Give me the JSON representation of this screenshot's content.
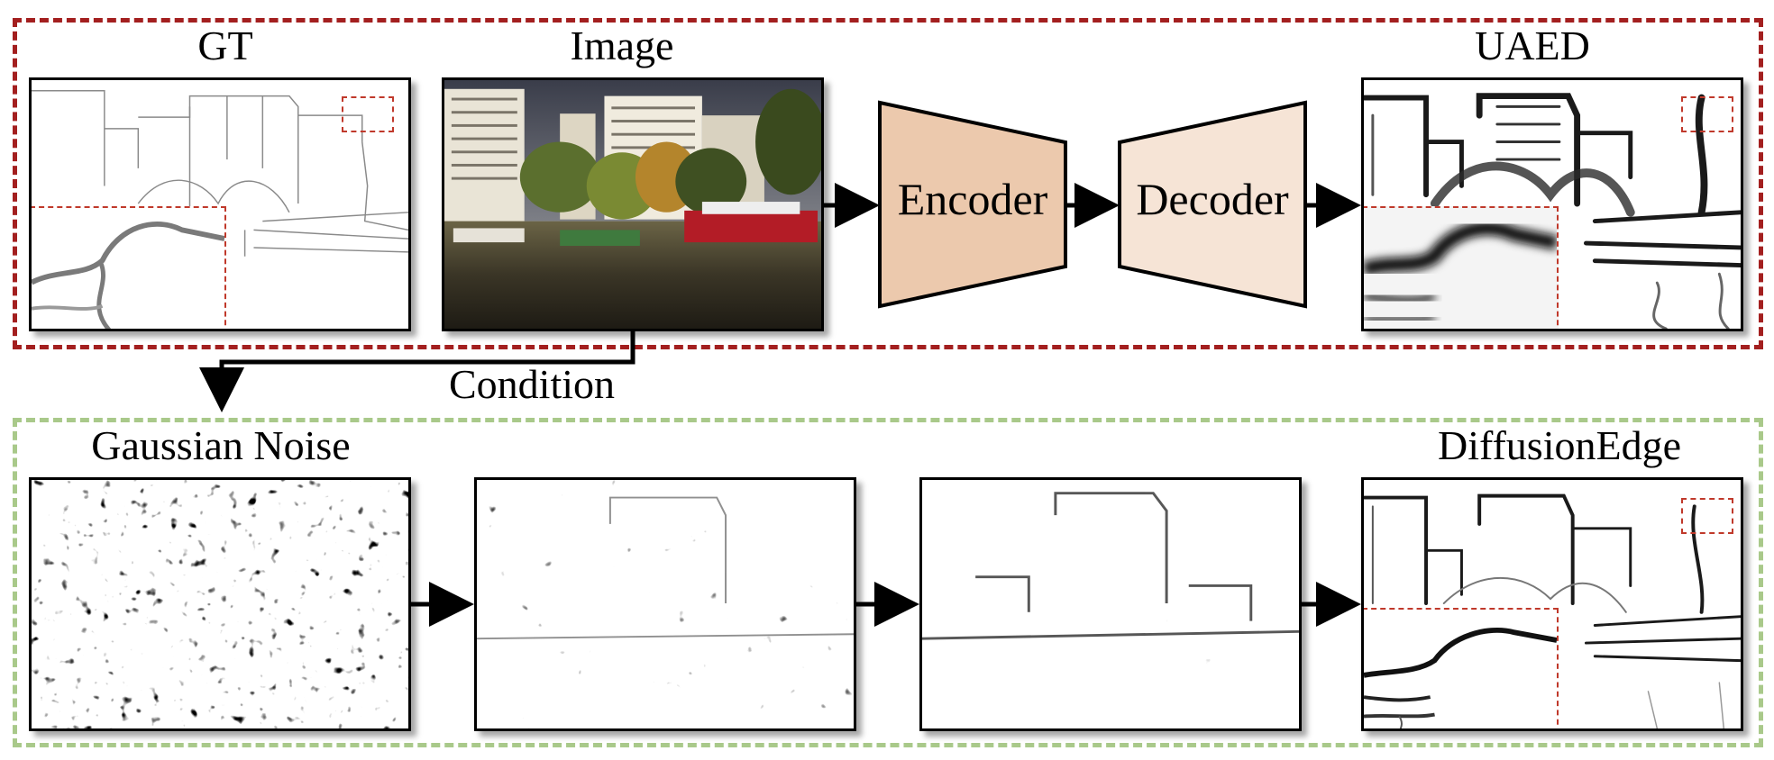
{
  "top_group": {
    "border_color": "#a31f1f",
    "labels": {
      "gt": "GT",
      "image": "Image",
      "uaed": "UAED"
    }
  },
  "bottom_group": {
    "border_color": "#a9c98a",
    "labels": {
      "noise": "Gaussian Noise",
      "diffusion": "DiffusionEdge"
    }
  },
  "modules": {
    "encoder": {
      "label": "Encoder",
      "fill": "#ecc9ad"
    },
    "decoder": {
      "label": "Decoder",
      "fill": "#f6e4d6"
    }
  },
  "condition_label": "Condition",
  "colors": {
    "inset_border": "#c0392b",
    "arrow": "#000000"
  }
}
